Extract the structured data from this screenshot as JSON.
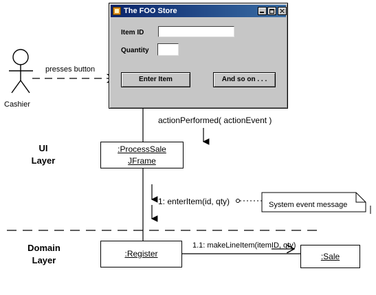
{
  "window": {
    "title": "The FOO Store",
    "fields": [
      {
        "label": "Item ID",
        "value": ""
      },
      {
        "label": "Quantity",
        "value": ""
      }
    ],
    "buttons": [
      "Enter Item",
      "And so on . . ."
    ]
  },
  "actor": {
    "name": "Cashier",
    "action": "presses button"
  },
  "event": "actionPerformed( actionEvent )",
  "layers": {
    "ui": [
      "UI",
      "Layer"
    ],
    "domain": [
      "Domain",
      "Layer"
    ]
  },
  "objects": {
    "process_sale": [
      ":ProcessSale",
      "JFrame"
    ],
    "register": ":Register",
    "sale": ":Sale"
  },
  "messages": {
    "enter_item": "1: enterItem(id, qty)",
    "make_line_item": "1.1: makeLineItem(itemID, qty)"
  },
  "note": "System event message"
}
